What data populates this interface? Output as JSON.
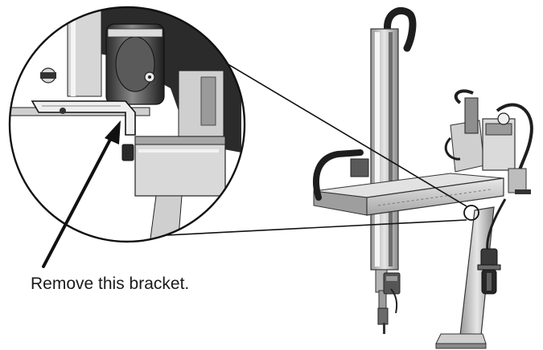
{
  "figure": {
    "caption": "Remove this bracket.",
    "detail_view": {
      "shape": "circle",
      "subject": "bracket"
    },
    "machine": {
      "subject": "gantry robot arm"
    },
    "colors": {
      "line": "#111111",
      "metal_light": "#d9d9d9",
      "metal_mid": "#a8a8a8",
      "metal_dark": "#3c3c3c"
    }
  }
}
